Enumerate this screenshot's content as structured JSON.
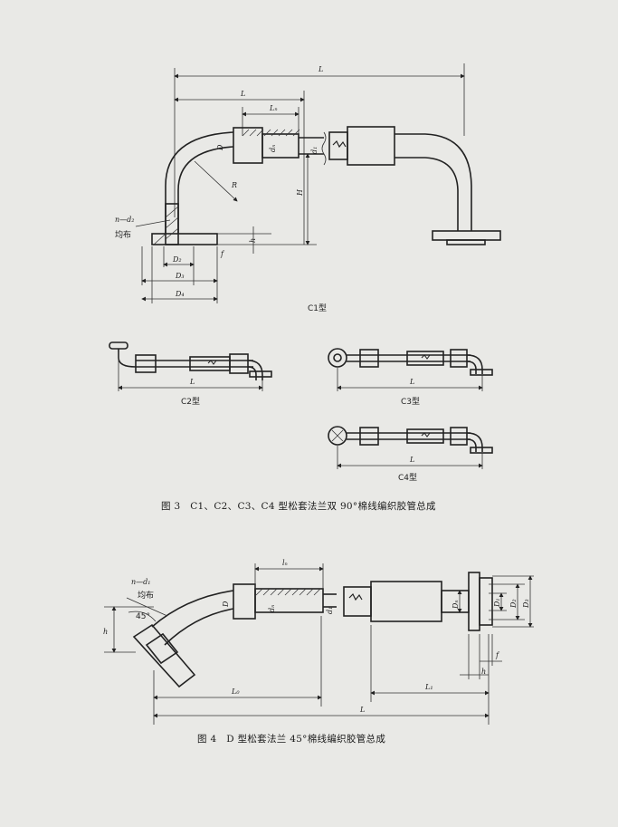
{
  "figure3": {
    "c1": {
      "dims": {
        "L": "L",
        "L1": "L",
        "Ln": "Lₙ",
        "D": "D",
        "dn": "dₙ",
        "d1": "d₁",
        "R": "R",
        "H": "H",
        "h": "h",
        "f": "f",
        "n_d": "n—d₂",
        "uniform": "均布",
        "D2": "D₂",
        "D3": "D₃",
        "D4": "D₄"
      },
      "label": "C1型"
    },
    "c2": {
      "L": "L",
      "label": "C2型"
    },
    "c3": {
      "L": "L",
      "label": "C3型"
    },
    "c4": {
      "L": "L",
      "label": "C4型"
    },
    "caption": "图 3　C1、C2、C3、C4 型松套法兰双 90°棉线编织胶管总成"
  },
  "figure4": {
    "dims": {
      "n_d": "n—d₁",
      "uniform": "均布",
      "angle": "45°",
      "h": "h",
      "Ln": "lₙ",
      "D": "D",
      "dn": "dₙ",
      "d1": "d₁",
      "L0": "L₀",
      "L": "L",
      "Lt": "L₁",
      "Dn": "Dₙ",
      "D1": "D₁",
      "D2": "D₂",
      "D3": "D₃",
      "f": "f",
      "h2": "h"
    },
    "caption": "图 4　D 型松套法兰 45°棉线编织胶管总成"
  }
}
